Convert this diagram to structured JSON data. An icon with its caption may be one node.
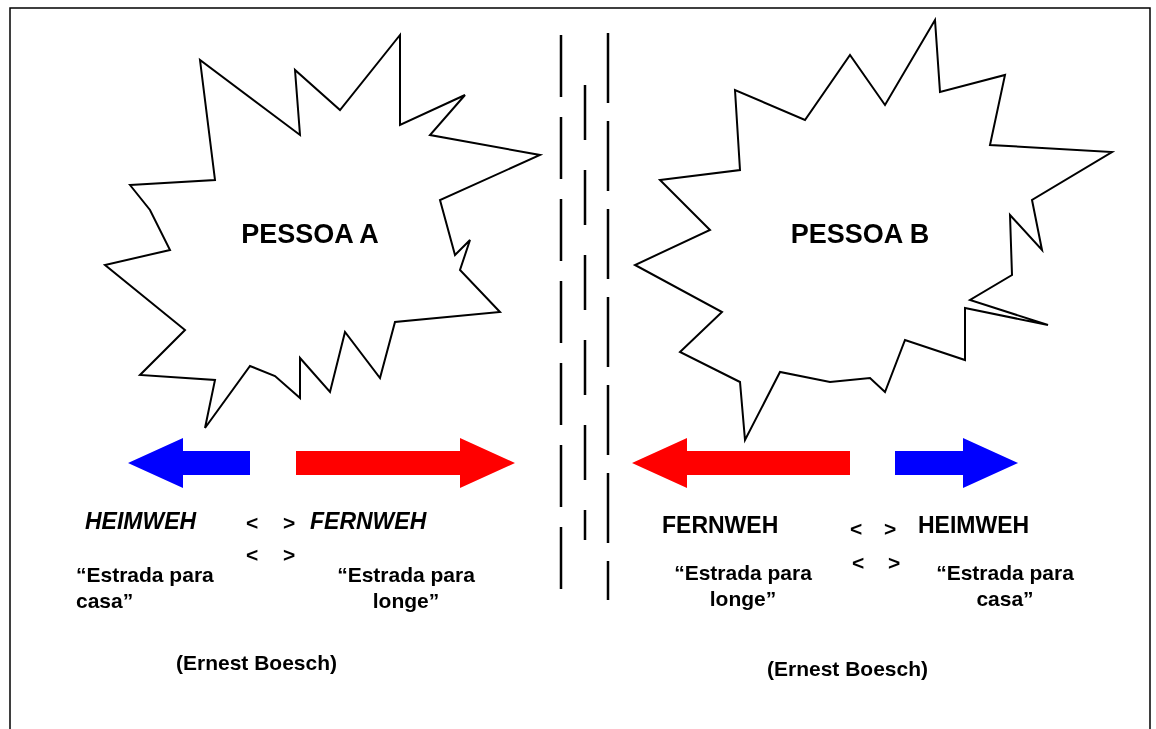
{
  "diagram": {
    "nodes": [
      {
        "text": [
          "PESSOA A"
        ]
      },
      {
        "text": [
          "PESSOA B"
        ]
      }
    ],
    "edges": [],
    "labels": [
      "HEIMWEH",
      "<",
      ">",
      "FERNWEH",
      "<",
      ">",
      "“Estrada para casa”",
      "“Estrada para longe”",
      "(Ernest Boesch)",
      "FERNWEH",
      "<",
      ">",
      "HEIMWEH",
      "“Estrada para longe”",
      "<",
      ">",
      "“Estrada para casa”",
      "(Ernest Boesch)"
    ]
  }
}
